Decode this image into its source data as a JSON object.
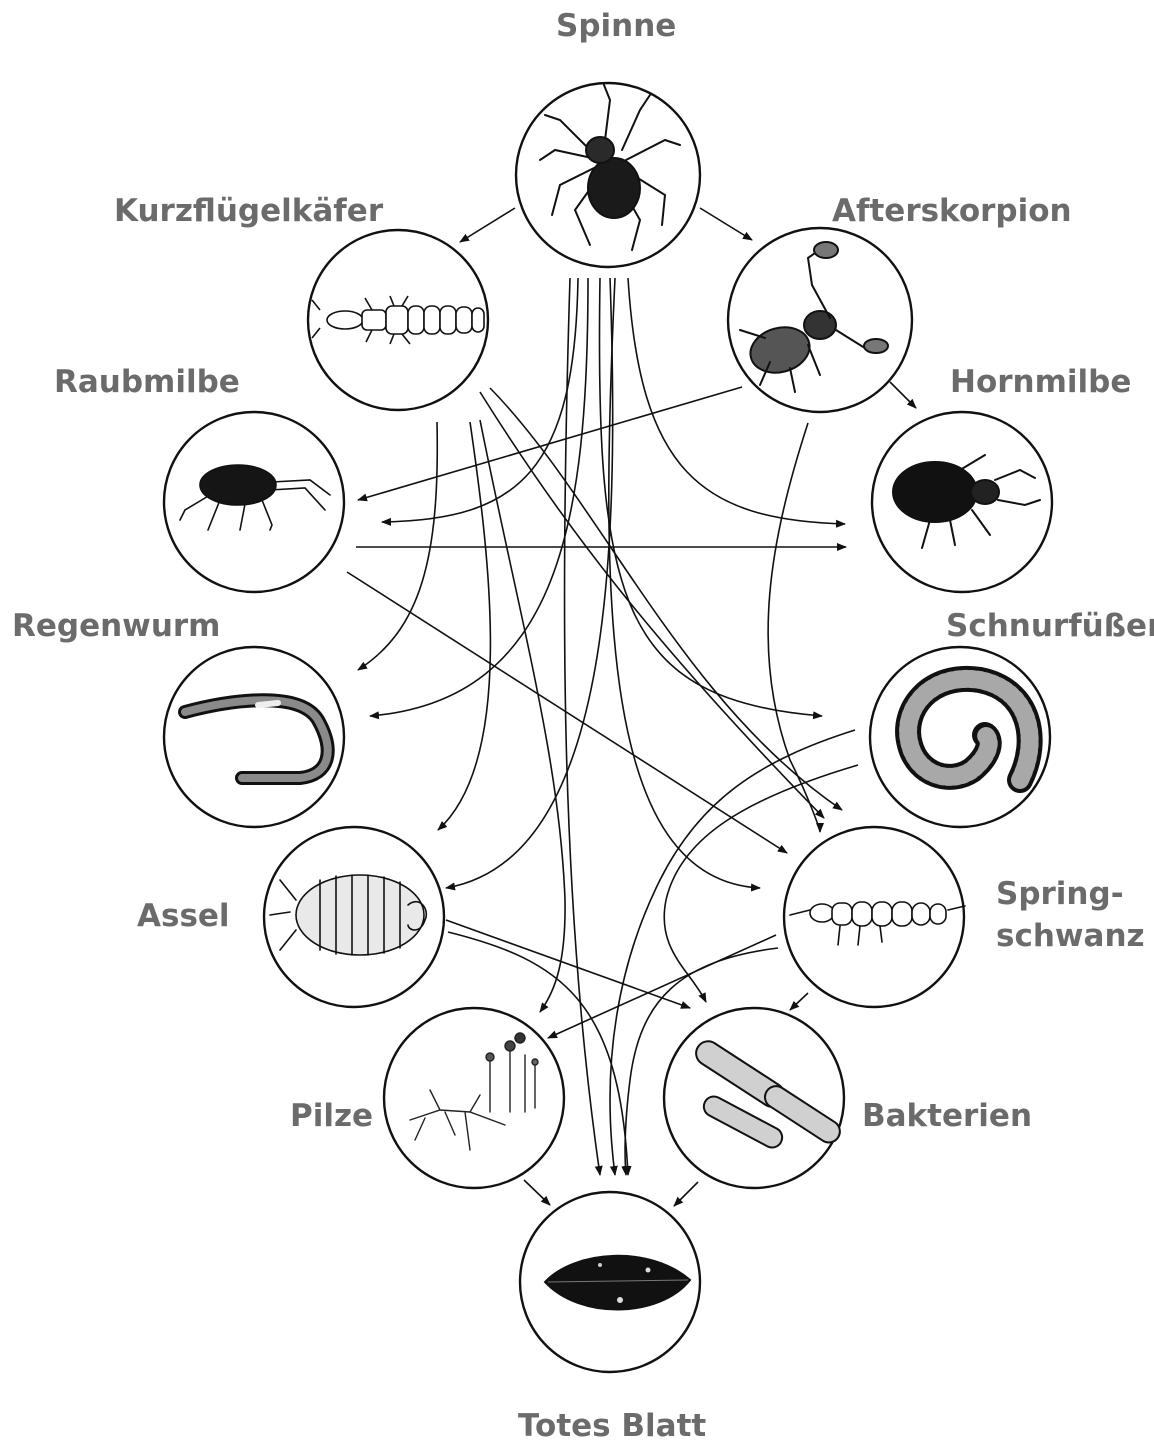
{
  "labels": {
    "spinne": "Spinne",
    "kurzfluegelkaefer": "Kurzflügelkäfer",
    "afterskorpion": "Afterskorpion",
    "raubmilbe": "Raubmilbe",
    "hornmilbe": "Hornmilbe",
    "regenwurm": "Regenwurm",
    "schnurfuesser": "Schnurfüßer",
    "assel": "Assel",
    "springschwanz_1": "Spring-",
    "springschwanz_2": "schwanz",
    "pilze": "Pilze",
    "bakterien": "Bakterien",
    "totes_blatt": "Totes Blatt"
  },
  "colors": {
    "label_text": "#6b6b6b",
    "line": "#111111"
  },
  "icons": {
    "spinne": "spider-icon",
    "kurzfluegelkaefer": "rove-beetle-icon",
    "afterskorpion": "pseudoscorpion-icon",
    "raubmilbe": "predatory-mite-icon",
    "hornmilbe": "oribatid-mite-icon",
    "regenwurm": "earthworm-icon",
    "schnurfuesser": "millipede-icon",
    "assel": "woodlouse-icon",
    "springschwanz": "springtail-icon",
    "pilze": "fungi-icon",
    "bakterien": "bacteria-icon",
    "totes_blatt": "dead-leaf-icon"
  }
}
